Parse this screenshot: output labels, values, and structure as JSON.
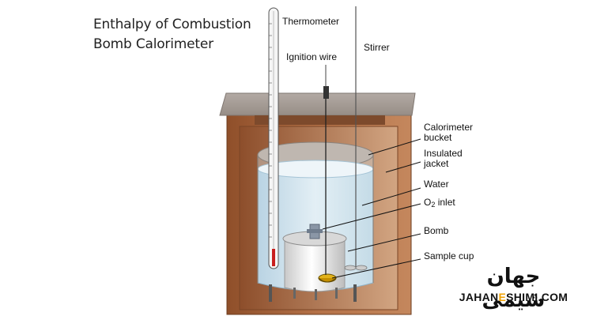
{
  "title": {
    "line1": "Enthalpy of Combustion",
    "line2": "Bomb Calorimeter"
  },
  "labels": {
    "thermometer": "Thermometer",
    "ignition_wire": "Ignition wire",
    "stirrer": "Stirrer",
    "calorimeter_bucket_line1": "Calorimeter",
    "calorimeter_bucket_line2": "bucket",
    "insulated_jacket_line1": "Insulated",
    "insulated_jacket_line2": "jacket",
    "water": "Water",
    "o2_inlet_prefix": "O",
    "o2_inlet_subscript": "2",
    "o2_inlet_suffix": " inlet",
    "bomb": "Bomb",
    "sample_cup": "Sample cup"
  },
  "logo": {
    "arabic": "جهان شیمی",
    "english_part1": "JAHAN",
    "english_highlight": "E",
    "english_part2": "SHIMI.COM"
  },
  "colors": {
    "jacket_brown": "#a9663c",
    "lid_gray": "#a89e97",
    "water_blue": "#dbe9f1",
    "accent": "#f0a000",
    "mercury_red": "#c81e1e"
  }
}
